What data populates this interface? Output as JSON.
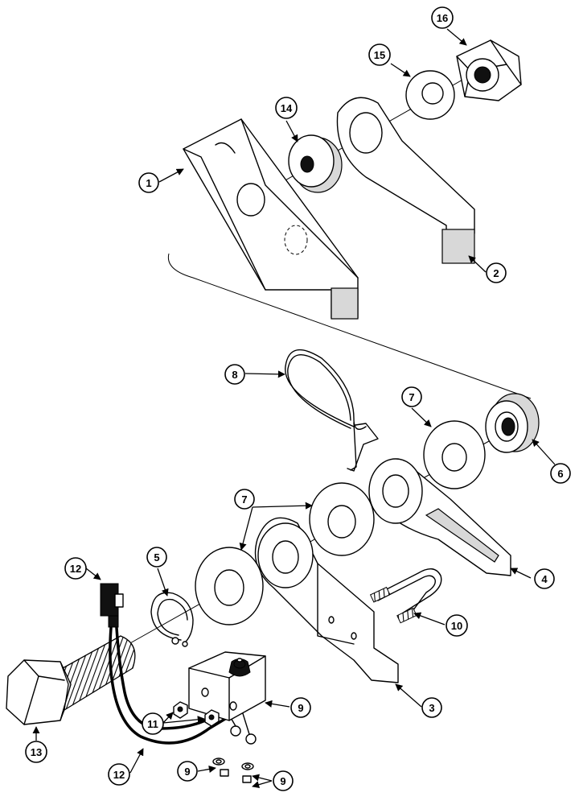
{
  "callouts": [
    {
      "id": "c1",
      "label": "1"
    },
    {
      "id": "c2",
      "label": "2"
    },
    {
      "id": "c3",
      "label": "3"
    },
    {
      "id": "c4",
      "label": "4"
    },
    {
      "id": "c5",
      "label": "5"
    },
    {
      "id": "c6",
      "label": "6"
    },
    {
      "id": "c7a",
      "label": "7"
    },
    {
      "id": "c7b",
      "label": "7"
    },
    {
      "id": "c8",
      "label": "8"
    },
    {
      "id": "c9a",
      "label": "9"
    },
    {
      "id": "c9b",
      "label": "9"
    },
    {
      "id": "c9c",
      "label": "9"
    },
    {
      "id": "c10",
      "label": "10"
    },
    {
      "id": "c11",
      "label": "11"
    },
    {
      "id": "c12a",
      "label": "12"
    },
    {
      "id": "c12b",
      "label": "12"
    },
    {
      "id": "c13",
      "label": "13"
    },
    {
      "id": "c14",
      "label": "14"
    },
    {
      "id": "c15",
      "label": "15"
    },
    {
      "id": "c16",
      "label": "16"
    }
  ]
}
